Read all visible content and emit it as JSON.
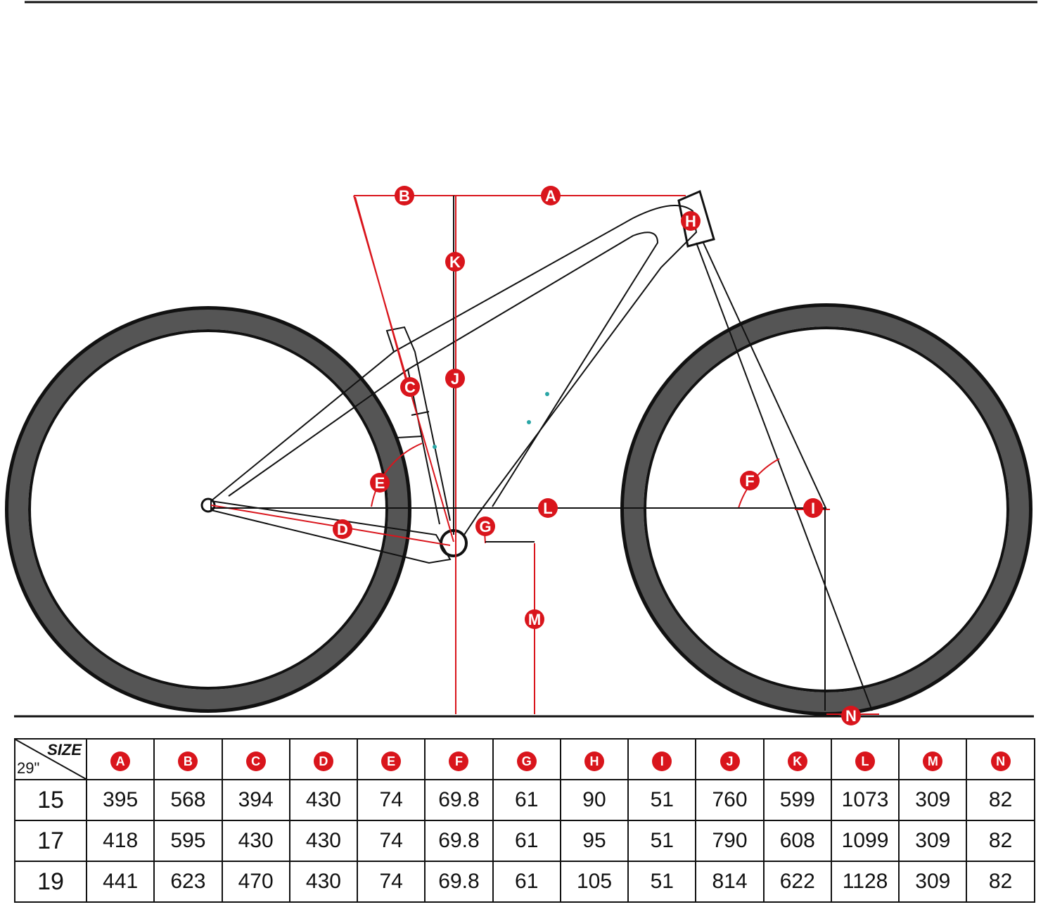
{
  "diagram": {
    "labels": [
      "A",
      "B",
      "C",
      "D",
      "E",
      "F",
      "G",
      "H",
      "I",
      "J",
      "K",
      "L",
      "M",
      "N"
    ],
    "accent_color": "#d9151c"
  },
  "table": {
    "corner_size": "SIZE",
    "corner_wheel": "29\"",
    "headers": [
      "A",
      "B",
      "C",
      "D",
      "E",
      "F",
      "G",
      "H",
      "I",
      "J",
      "K",
      "L",
      "M",
      "N"
    ],
    "rows": [
      {
        "size": "15",
        "values": [
          "395",
          "568",
          "394",
          "430",
          "74",
          "69.8",
          "61",
          "90",
          "51",
          "760",
          "599",
          "1073",
          "309",
          "82"
        ]
      },
      {
        "size": "17",
        "values": [
          "418",
          "595",
          "430",
          "430",
          "74",
          "69.8",
          "61",
          "95",
          "51",
          "790",
          "608",
          "1099",
          "309",
          "82"
        ]
      },
      {
        "size": "19",
        "values": [
          "441",
          "623",
          "470",
          "430",
          "74",
          "69.8",
          "61",
          "105",
          "51",
          "814",
          "622",
          "1128",
          "309",
          "82"
        ]
      }
    ]
  }
}
